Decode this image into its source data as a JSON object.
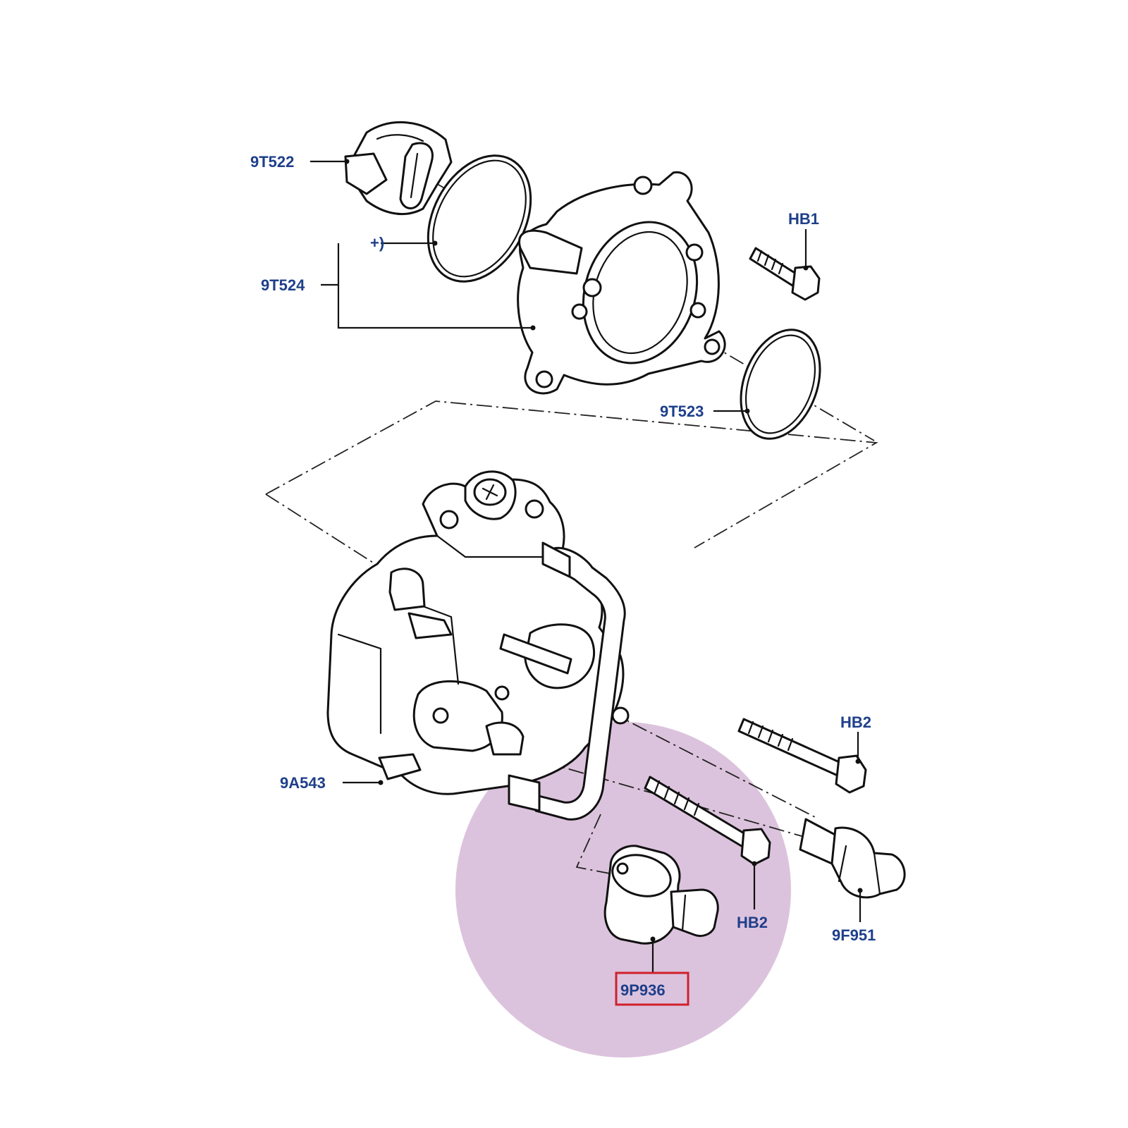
{
  "parts": {
    "p9T522": "9T522",
    "p9T524": "9T524",
    "plus_mark": "+)",
    "pHB1": "HB1",
    "p9T523": "9T523",
    "pHB2_upper": "HB2",
    "p9A543": "9A543",
    "pHB2_lower": "HB2",
    "p9F951": "9F951",
    "p9P936": "9P936"
  },
  "colors": {
    "label_text": "#1e3f8a",
    "highlight_circle": "#dcc3dd",
    "callout_box": "#d0202a",
    "line_art": "#111111"
  }
}
